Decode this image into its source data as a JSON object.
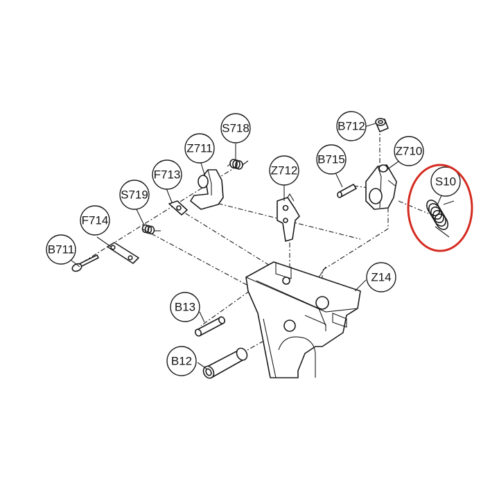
{
  "parts": {
    "b711": "B711",
    "f714": "F714",
    "s719": "S719",
    "f713": "F713",
    "z711": "Z711",
    "s718": "S718",
    "z712": "Z712",
    "b715": "B715",
    "b712": "B712",
    "z710": "Z710",
    "s10": "S10",
    "z14": "Z14",
    "b13": "B13",
    "b12": "B12"
  },
  "highlight": {
    "part": "S10",
    "color": "#d42a1f"
  },
  "colors": {
    "line": "#1a1a1a",
    "background": "#ffffff"
  }
}
